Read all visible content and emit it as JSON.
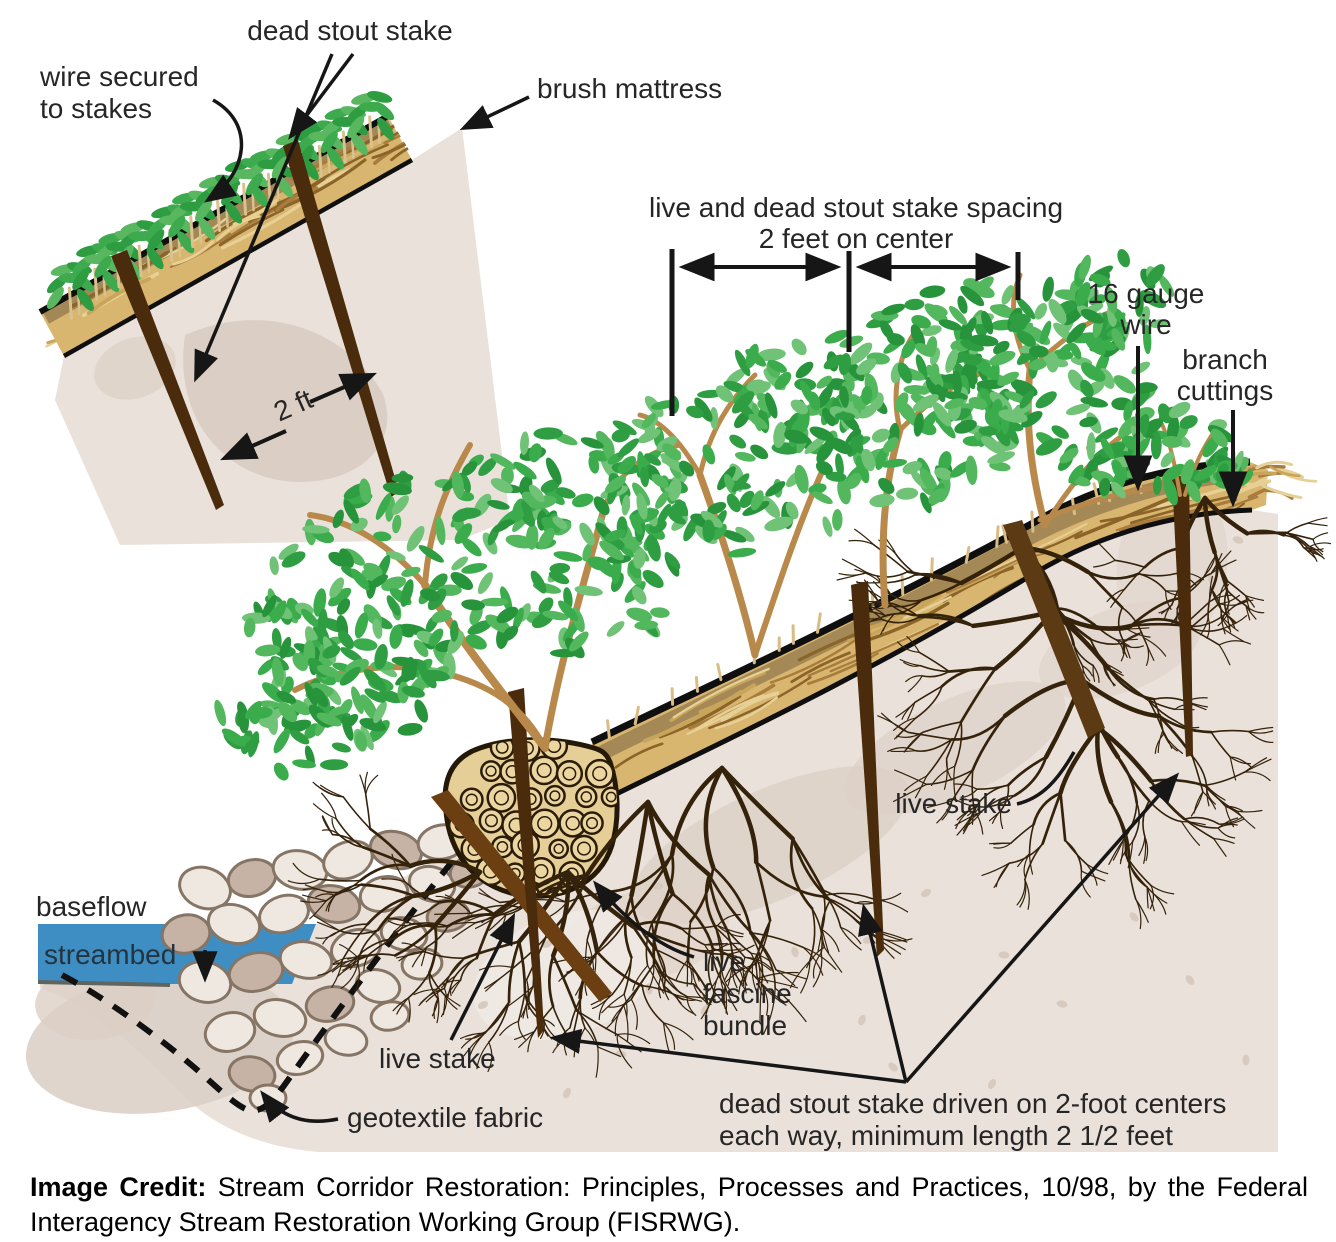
{
  "diagram": {
    "inset": {
      "dead_stout_stake": "dead stout stake",
      "wire_secured_line1": "wire secured",
      "wire_secured_line2": "to stakes",
      "distance": "2 ft"
    },
    "main": {
      "brush_mattress": "brush mattress",
      "spacing_line1": "live and dead stout stake spacing",
      "spacing_line2": "2 feet on center",
      "gauge_line1": "16 gauge",
      "gauge_line2": "wire",
      "cuttings_line1": "branch",
      "cuttings_line2": "cuttings",
      "live_stake_right": "live stake",
      "baseflow": "baseflow",
      "streambed": "streambed",
      "fascine_line1": "live",
      "fascine_line2": "fascine",
      "fascine_line3": "bundle",
      "live_stake_left": "live stake",
      "geotextile": "geotextile fabric",
      "note_line1": "dead stout stake driven on 2-foot centers",
      "note_line2": "each way, minimum length 2 1/2 feet"
    },
    "colors": {
      "leaf_green": "#3BA648",
      "water_blue": "#3E8EC3",
      "soil_beige": "#EAE2DA",
      "mattress_tan": "#D9B66F",
      "stake_brown": "#4A2B0C"
    }
  },
  "credit": {
    "label": "Image Credit:",
    "line1": "Stream Corridor Restoration: Principles, Processes and Practices, 10/98, by the Federal",
    "line2": "Interagency Stream Restoration Working Group (FISRWG)."
  }
}
